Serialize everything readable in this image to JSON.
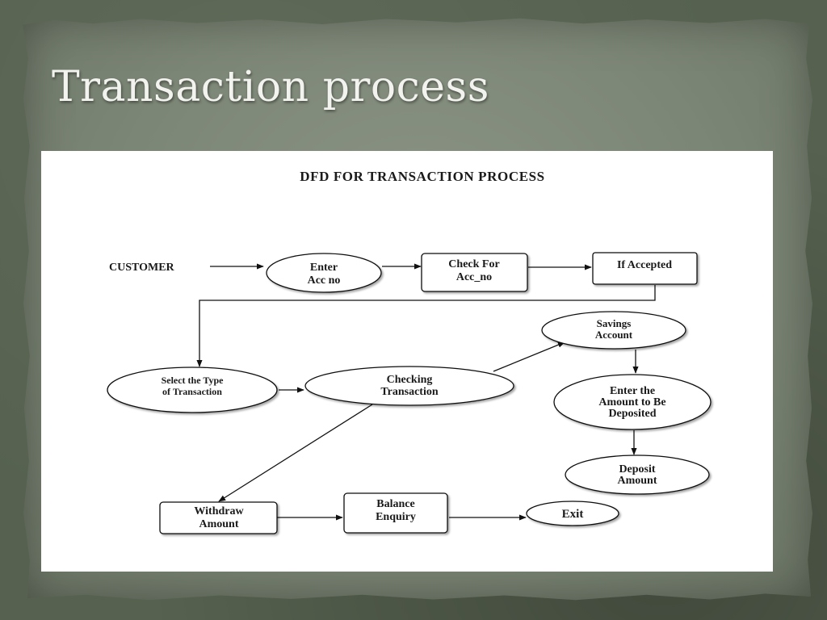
{
  "slide": {
    "title": "Transaction process"
  },
  "diagram": {
    "heading": "DFD FOR TRANSACTION PROCESS",
    "nodes": {
      "customer": "CUSTOMER",
      "enter_acc": [
        "Enter",
        "Acc  no"
      ],
      "check_acc": [
        "Check For",
        "Acc_no"
      ],
      "if_accepted": [
        "If Accepted"
      ],
      "select_type": [
        "Select the Type",
        "of Transaction"
      ],
      "checking": [
        "Checking",
        "Transaction"
      ],
      "savings": [
        "Savings",
        "Account"
      ],
      "enter_amount": [
        "Enter the",
        "Amount to Be",
        "Deposited"
      ],
      "deposit": [
        "Deposit",
        "Amount"
      ],
      "withdraw": [
        "Withdraw",
        "Amount"
      ],
      "balance": [
        "Balance",
        "Enquiry"
      ],
      "exit": [
        "Exit"
      ]
    }
  }
}
